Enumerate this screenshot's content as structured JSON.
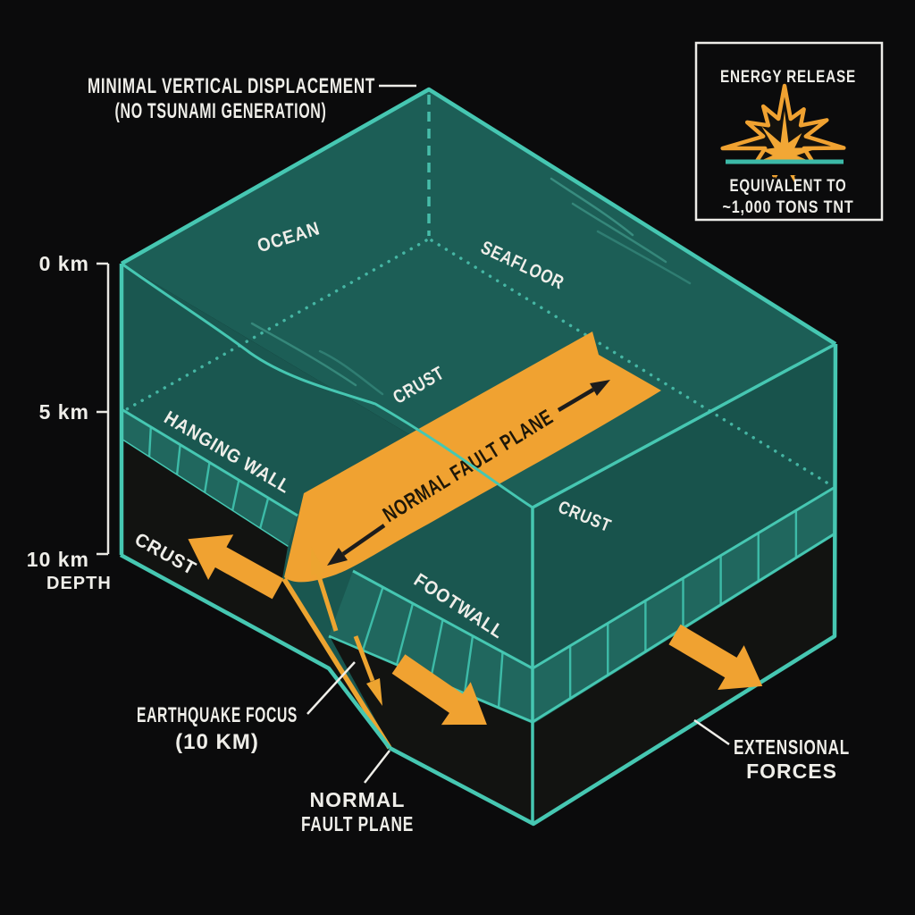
{
  "annotations": {
    "displacement_note_line1": "MINIMAL VERTICAL DISPLACEMENT",
    "displacement_note_line2": "(NO TSUNAMI GENERATION)",
    "earthquake_focus_line1": "EARTHQUAKE FOCUS",
    "earthquake_focus_line2": "(10 KM)",
    "fault_plane_label_line1": "NORMAL",
    "fault_plane_label_line2": "FAULT PLANE",
    "extensional_forces_line1": "EXTENSIONAL",
    "extensional_forces_line2": "FORCES",
    "fault_band_label": "NORMAL FAULT PLANE"
  },
  "energy_box": {
    "title": "ENERGY RELEASE",
    "equivalence_line1": "EQUIVALENT TO",
    "equivalence_line2": "~1,000 TONS TNT",
    "icon": "explosion-burst-icon"
  },
  "depth_scale": {
    "tick_0": "0 km",
    "tick_5": "5 km",
    "tick_10": "10 km",
    "axis_label": "DEPTH"
  },
  "block_labels": {
    "ocean": "OCEAN",
    "seafloor": "SEAFLOOR",
    "crust_surface": "CRUST",
    "crust_hanging_wall_side": "CRUST",
    "crust_footwall_side": "CRUST",
    "hanging_wall": "HANGING WALL",
    "footwall": "FOOTWALL"
  },
  "icons": {
    "explosion": "explosion-burst-icon",
    "extension_arrow": "block-arrow-icon",
    "slip_arrow": "fault-slip-half-arrow-icon"
  },
  "colors": {
    "background": "#0b0b0c",
    "teal_line": "#46c7b2",
    "teal_surface": "#1c5e56",
    "orange": "#f0a231",
    "text_white": "#efeee9"
  }
}
